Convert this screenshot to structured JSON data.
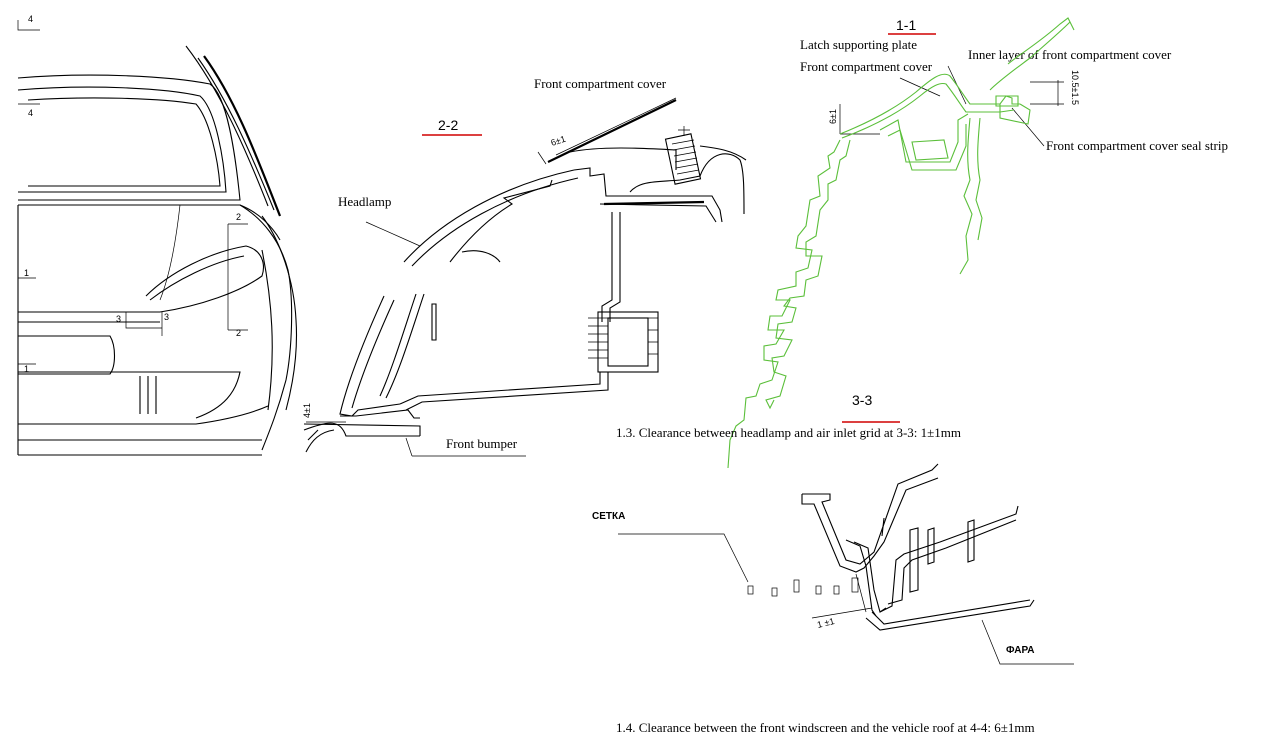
{
  "sections": {
    "s11": "1-1",
    "s22": "2-2",
    "s33": "3-3"
  },
  "labels": {
    "latch_plate": "Latch supporting plate",
    "front_cover_11": "Front compartment cover",
    "inner_layer": "Inner layer of front compartment cover",
    "seal_strip": "Front compartment cover seal strip",
    "front_cover_22": "Front compartment cover",
    "headlamp": "Headlamp",
    "front_bumper": "Front bumper",
    "setka": "СЕТКА",
    "fara": "ФАРА"
  },
  "dimensions": {
    "d_11_right": "10.5±1.5",
    "d_11_left": "6±1",
    "d_22_top": "6±1",
    "d_22_bottom": "4±1",
    "d_33": "1 ±1"
  },
  "notes": {
    "n13": "1.3. Clearance between headlamp and air inlet grid at 3-3: 1±1mm",
    "n14": "1.4. Clearance between the front windscreen and the vehicle roof at 4-4: 6±1mm"
  },
  "car_markers": {
    "m4a": "4",
    "m4b": "4",
    "m2a": "2",
    "m2b": "2",
    "m1a": "1",
    "m1b": "1",
    "m3a": "3",
    "m3b": "3"
  },
  "colors": {
    "section_underline": "#d00000",
    "section_1_1_lines": "#5bbf3a"
  }
}
